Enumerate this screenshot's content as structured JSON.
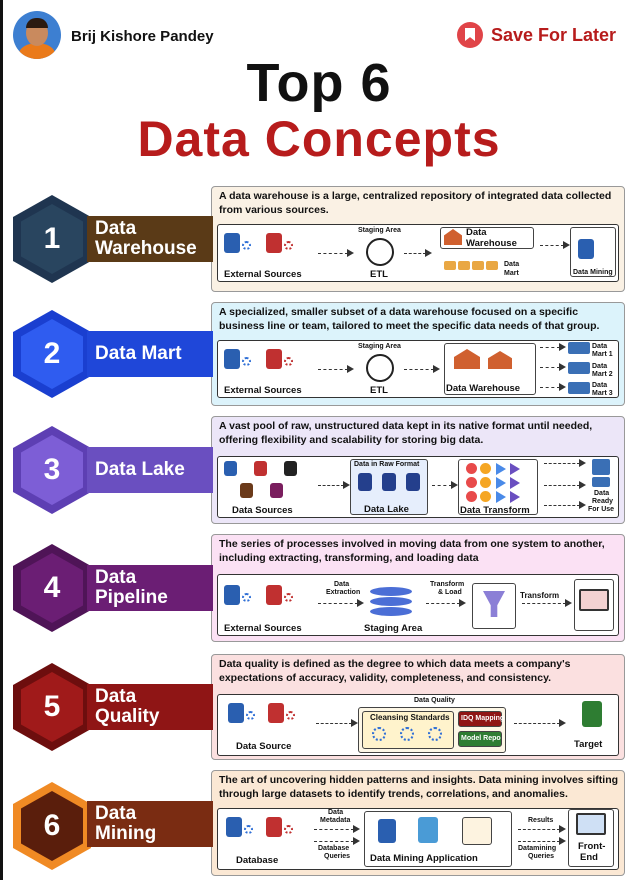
{
  "header": {
    "author": "Brij Kishore Pandey",
    "save_label": "Save For Later",
    "title_line1": "Top 6",
    "title_line2": "Data Concepts"
  },
  "colors": {
    "title_red": "#b71c1c",
    "warehouse": "#5a3a17",
    "mart": "#1f47d9",
    "lake": "#6a4fc0",
    "pipeline": "#6b1e74",
    "quality": "#8f1515",
    "mining": "#7a2c12"
  },
  "concepts": [
    {
      "number": "1",
      "name_line1": "Data",
      "name_line2": "Warehouse",
      "description": "A data warehouse is a large, centralized repository of integrated data collected from various sources.",
      "flow": {
        "sources": "External Sources",
        "staging": "Staging Area",
        "etl": "ETL",
        "warehouse_line1": "Data",
        "warehouse_line2": "Warehouse",
        "mart_line1": "Data",
        "mart_line2": "Mart",
        "mining": "Data Mining"
      }
    },
    {
      "number": "2",
      "name_line1": "Data Mart",
      "name_line2": "",
      "description": "A specialized, smaller subset of a data warehouse focused on a specific business line or team, tailored to meet the specific data needs of that group.",
      "flow": {
        "sources": "External Sources",
        "staging": "Staging Area",
        "etl": "ETL",
        "warehouse": "Data Warehouse",
        "marts": [
          "Data Mart 1",
          "Data Mart 2",
          "Data Mart 3"
        ]
      }
    },
    {
      "number": "3",
      "name_line1": "Data Lake",
      "name_line2": "",
      "description": "A vast pool of raw, unstructured data kept in its native format until needed, offering flexibility and scalability for storing big data.",
      "flow": {
        "sources": "Data Sources",
        "raw": "Data in Raw Format",
        "lake": "Data Lake",
        "transform": "Data Transform",
        "ready_line1": "Data",
        "ready_line2": "Ready",
        "ready_line3": "For Use"
      }
    },
    {
      "number": "4",
      "name_line1": "Data",
      "name_line2": "Pipeline",
      "description": "The series of processes involved in moving data from one system to another, including extracting, transforming, and loading data",
      "flow": {
        "sources": "External Sources",
        "extraction_line1": "Data",
        "extraction_line2": "Extraction",
        "staging": "Staging Area",
        "transform_load_line1": "Transform",
        "transform_load_line2": "& Load",
        "transform": "Transform"
      }
    },
    {
      "number": "5",
      "name_line1": "Data",
      "name_line2": "Quality",
      "description": "Data quality is defined as the degree to which data meets a company's expectations of accuracy, validity, completeness, and consistency.",
      "flow": {
        "source": "Data Source",
        "quality": "Data Quality",
        "cleansing": "Cleansing Standards",
        "idq": "IDQ Mapping",
        "repo": "Model Repo",
        "target": "Target"
      }
    },
    {
      "number": "6",
      "name_line1": "Data",
      "name_line2": "Mining",
      "description": "The art of uncovering hidden patterns and insights. Data mining involves sifting through large datasets to identify trends, correlations, and anomalies.",
      "flow": {
        "database": "Database",
        "metadata_line1": "Data",
        "metadata_line2": "Metadata",
        "queries_line1": "Database",
        "queries_line2": "Queries",
        "app": "Data Mining Application",
        "results": "Results",
        "dm_queries_line1": "Datamining",
        "dm_queries_line2": "Queries",
        "frontend_line1": "Front-",
        "frontend_line2": "End"
      }
    }
  ]
}
